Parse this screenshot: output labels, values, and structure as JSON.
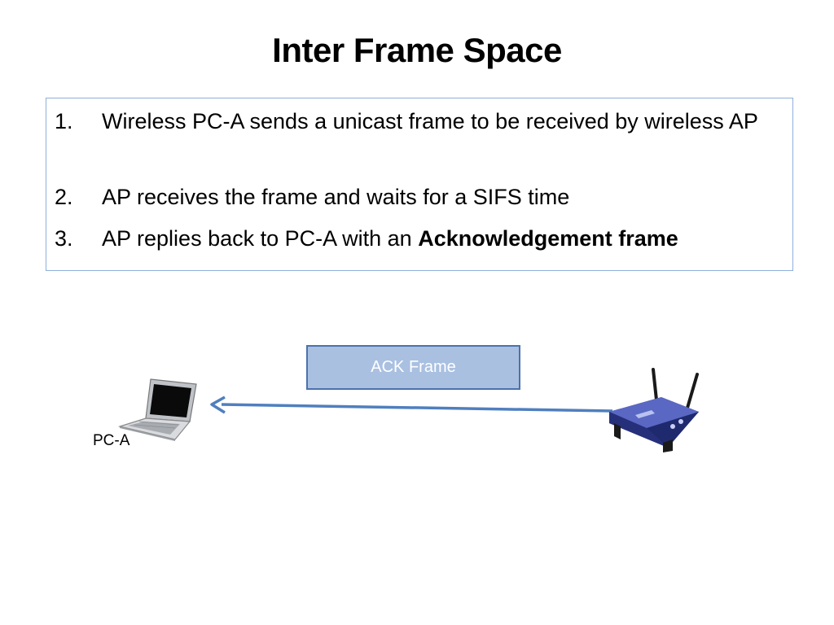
{
  "slide": {
    "title": "Inter Frame Space"
  },
  "steps": [
    {
      "number": "1.",
      "text": "Wireless PC-A sends a unicast frame to be received by wireless AP"
    },
    {
      "number": "2.",
      "text": "AP receives the frame and waits for a SIFS time"
    },
    {
      "number": "3.",
      "text_before": "AP replies back to PC-A with an ",
      "text_bold": "Acknowledgement frame"
    }
  ],
  "diagram": {
    "frame_label": "ACK Frame",
    "pc_label": "PC-A",
    "laptop_icon": "laptop-icon",
    "router_icon": "wireless-router-icon",
    "arrow_color": "#4f7fbf",
    "frame_fill": "#a9c0e1",
    "frame_border": "#4c72ad",
    "box_border": "#8faedb"
  }
}
